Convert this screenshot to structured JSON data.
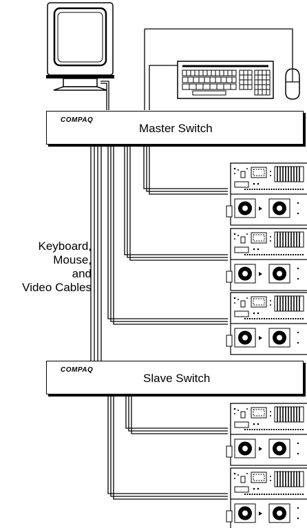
{
  "master_switch": {
    "brand": "COMPAQ",
    "label": "Master Switch"
  },
  "slave_switch": {
    "brand": "COMPAQ",
    "label": "Slave Switch"
  },
  "cable_label": {
    "line1": "Keyboard,",
    "line2": "Mouse,",
    "line3": "and",
    "line4": "Video Cables"
  },
  "colors": {
    "line": "#000000",
    "background": "#ffffff"
  }
}
